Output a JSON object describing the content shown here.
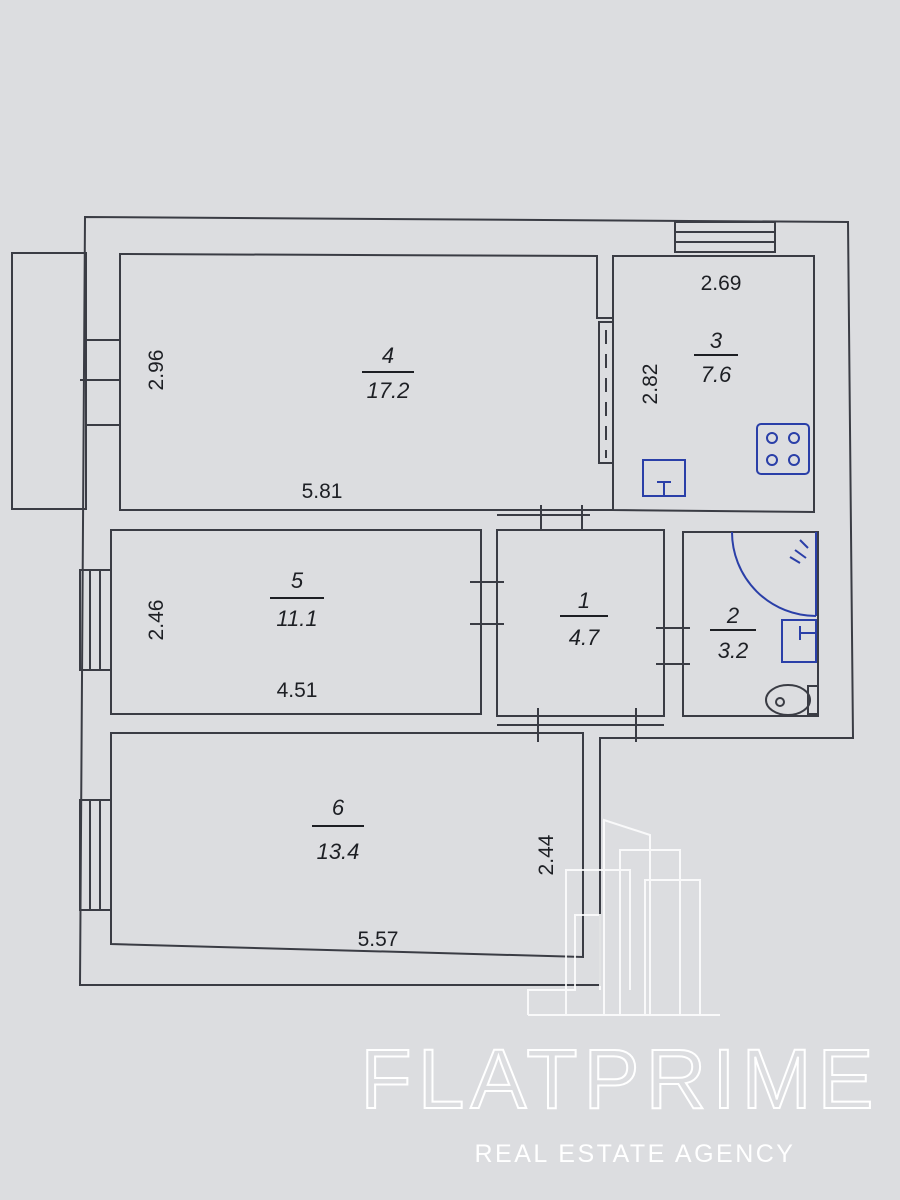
{
  "rooms": [
    {
      "number": "4",
      "area": "17.2"
    },
    {
      "number": "3",
      "area": "7.6"
    },
    {
      "number": "5",
      "area": "11.1"
    },
    {
      "number": "1",
      "area": "4.7"
    },
    {
      "number": "2",
      "area": "3.2"
    },
    {
      "number": "6",
      "area": "13.4"
    }
  ],
  "dimensions": {
    "room4_width": "5.81",
    "room4_height": "2.96",
    "room3_width": "2.69",
    "room3_height": "2.82",
    "room5_width": "4.51",
    "room5_height": "2.46",
    "room6_width": "5.57",
    "room6_height": "2.44"
  },
  "watermark": {
    "brand": "FLATPRIME",
    "tagline": "REAL ESTATE AGENCY"
  },
  "colors": {
    "paper": "#dcdde0",
    "line": "#3a3c44",
    "fixture": "#2a3fa8",
    "watermark": "#ffffff"
  }
}
